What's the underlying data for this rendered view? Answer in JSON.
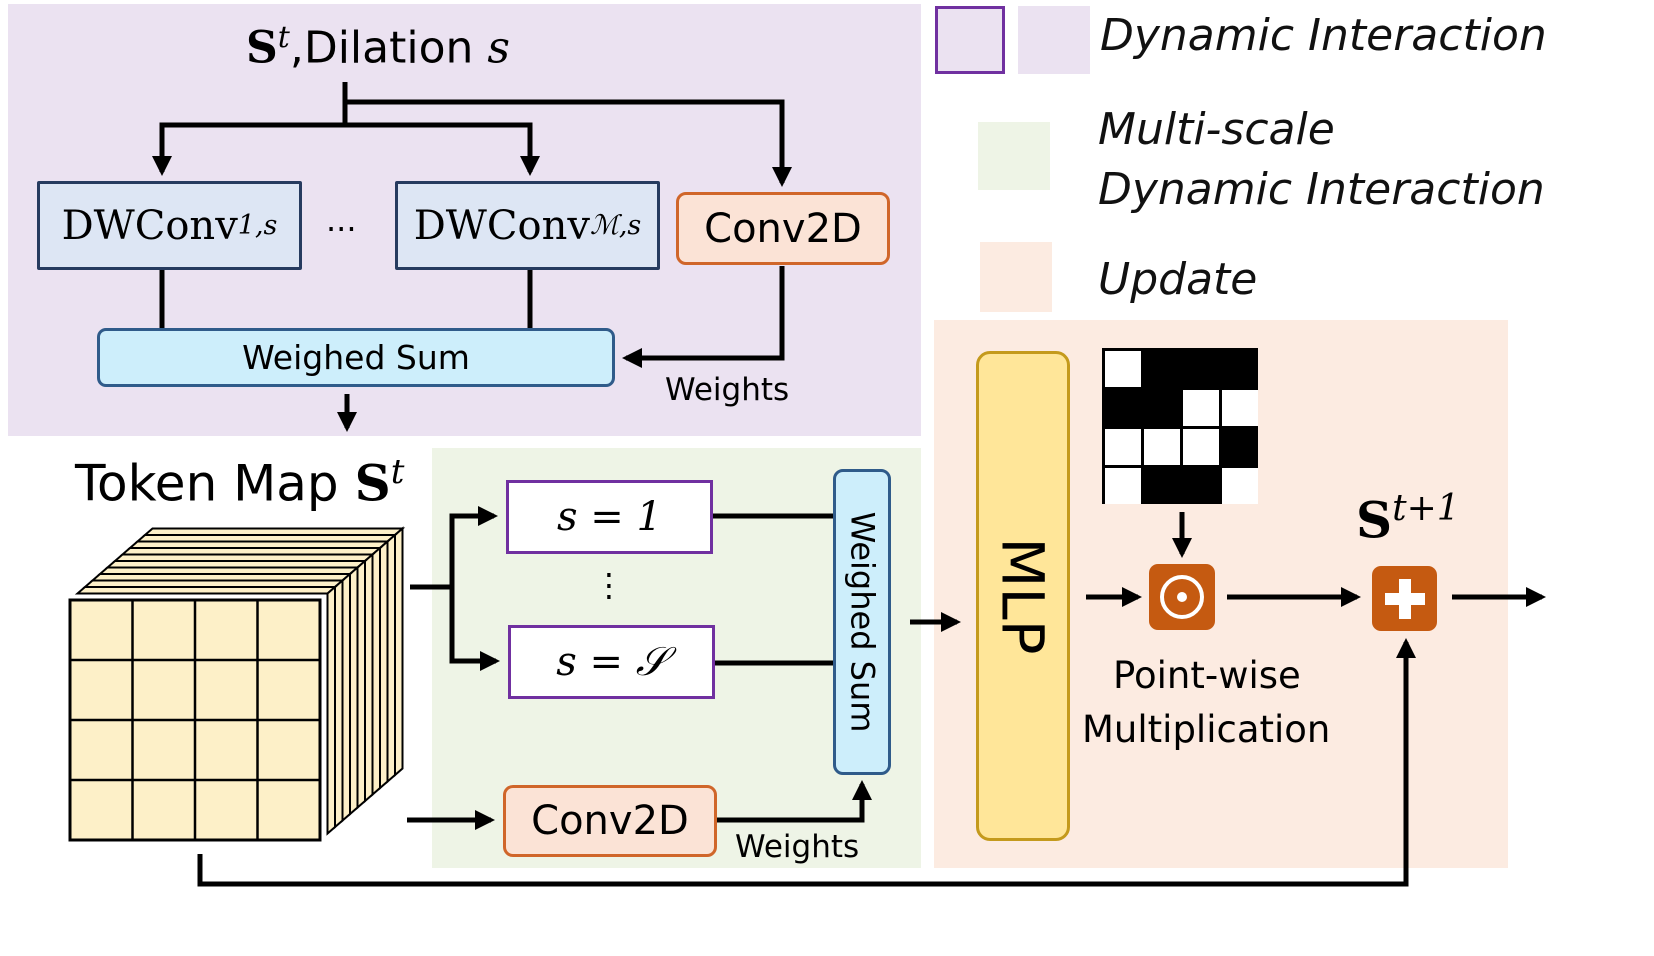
{
  "colors": {
    "dynamic_interaction_bg": "#ebe2f1",
    "multiscale_bg": "#eef4e6",
    "update_bg": "#fcebe1",
    "dwconv_fill": "#dde6f4",
    "dwconv_border": "#263b5f",
    "conv2d_fill": "#fbe3d6",
    "conv2d_border": "#d0662a",
    "weighed_sum_fill": "#cdeefb",
    "weighed_sum_border": "#2f5b8a",
    "dilation_border": "#7030a0",
    "mlp_fill": "#ffe699",
    "mlp_border": "#c49a1c",
    "op_fill": "#c55a11",
    "cube_fill": "#fdf0c8"
  },
  "top": {
    "input_label_var": "S",
    "input_label_sup": "t",
    "input_label_text": ",Dilation ",
    "input_label_s": "s",
    "dwconv1_main": "DWConv",
    "dwconv1_sub": "1,s",
    "ellipsis": "···",
    "dwconvM_main": "DWConv",
    "dwconvM_sub": "ℳ,s",
    "conv2d": "Conv2D",
    "weighed_sum": "Weighed Sum",
    "weights": "Weights"
  },
  "token_map": {
    "label_text": "Token Map ",
    "label_var": "S",
    "label_sup": "t"
  },
  "multiscale": {
    "s1": "s = 1",
    "vdots": "⋮",
    "sS": "s = 𝒮",
    "conv2d": "Conv2D",
    "weights": "Weights",
    "weighed_sum": "Weighed Sum"
  },
  "update": {
    "mlp": "MLP",
    "op_dot": "⊙",
    "op_plus": "+",
    "pointwise_line1": "Point-wise",
    "pointwise_line2": "Multiplication",
    "output_var": "S",
    "output_sup": "t+1",
    "mask_grid": [
      [
        1,
        0,
        0,
        0
      ],
      [
        0,
        0,
        1,
        1
      ],
      [
        1,
        1,
        1,
        0
      ],
      [
        1,
        0,
        0,
        1
      ]
    ]
  },
  "legend": {
    "dynamic": "Dynamic Interaction",
    "multiscale_line1": "Multi-scale",
    "multiscale_line2": "Dynamic Interaction",
    "update": "Update"
  }
}
